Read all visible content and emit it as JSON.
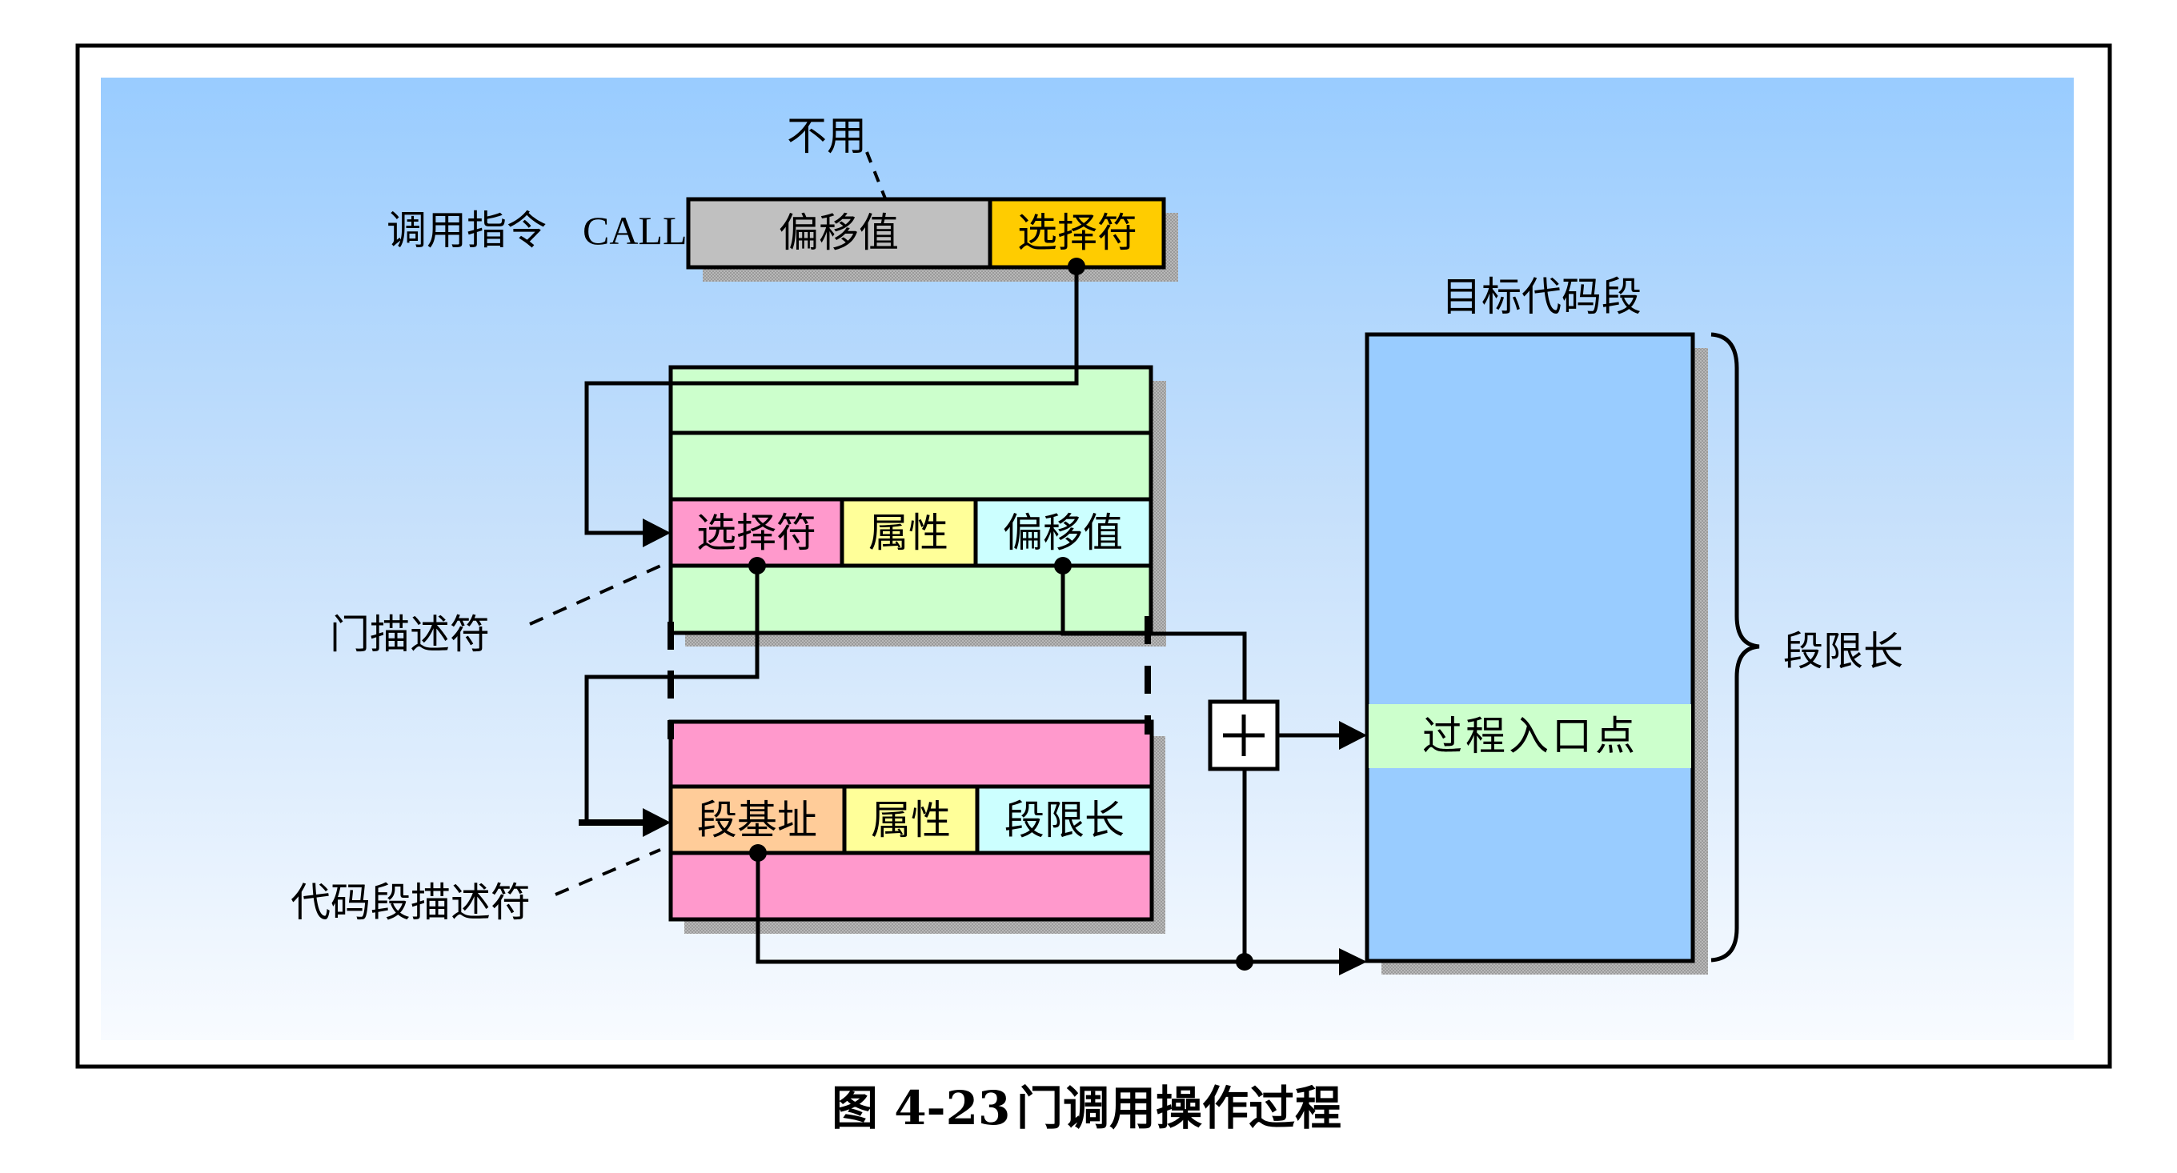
{
  "caption": {
    "figure_number": "图 4-23",
    "title": "门调用操作过程"
  },
  "call_instruction": {
    "label": "调用指令",
    "mnemonic": "CALL",
    "unused_note": "不用",
    "fields": [
      {
        "label": "偏移值",
        "color": "#c0c0c0"
      },
      {
        "label": "选择符",
        "color": "#ffcc00"
      }
    ]
  },
  "gate_descriptor": {
    "label": "门描述符",
    "row_color": "#ccffcc",
    "fields": [
      {
        "label": "选择符",
        "color": "#ff99cc"
      },
      {
        "label": "属性",
        "color": "#ffff99"
      },
      {
        "label": "偏移值",
        "color": "#ccffff"
      }
    ]
  },
  "code_segment_descriptor": {
    "label": "代码段描述符",
    "row_color": "#ff99cc",
    "fields": [
      {
        "label": "段基址",
        "color": "#ffcc99"
      },
      {
        "label": "属性",
        "color": "#ffff99"
      },
      {
        "label": "段限长",
        "color": "#ccffff"
      }
    ]
  },
  "adder": {
    "symbol": "+"
  },
  "target_segment": {
    "title": "目标代码段",
    "fill": "#99ccff",
    "entry_point": {
      "label": "过程入口点",
      "color": "#ccffcc"
    },
    "limit_label": "段限长"
  },
  "colors": {
    "background_top": "#99ccff",
    "background_bottom": "#f8fbff",
    "shadow": "#a8a8a8",
    "stroke": "#000000"
  }
}
